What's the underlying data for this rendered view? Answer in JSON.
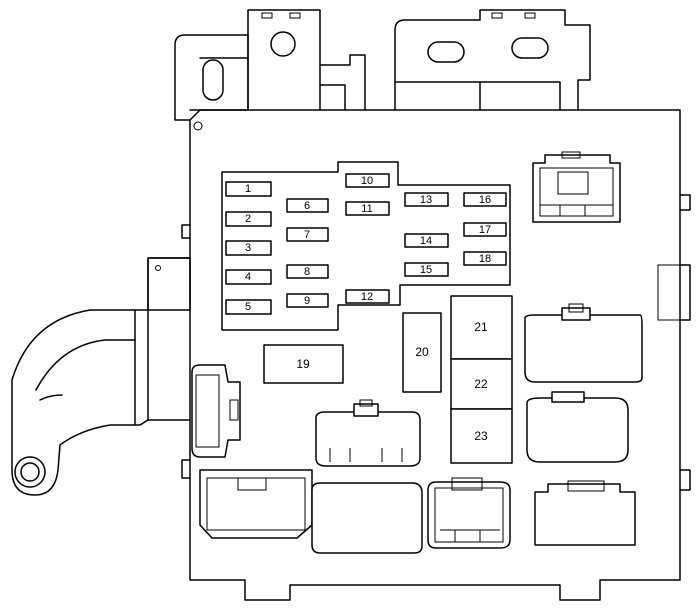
{
  "fuses": [
    {
      "id": "fuse-1",
      "label": "1"
    },
    {
      "id": "fuse-2",
      "label": "2"
    },
    {
      "id": "fuse-3",
      "label": "3"
    },
    {
      "id": "fuse-4",
      "label": "4"
    },
    {
      "id": "fuse-5",
      "label": "5"
    },
    {
      "id": "fuse-6",
      "label": "6"
    },
    {
      "id": "fuse-7",
      "label": "7"
    },
    {
      "id": "fuse-8",
      "label": "8"
    },
    {
      "id": "fuse-9",
      "label": "9"
    },
    {
      "id": "fuse-10",
      "label": "10"
    },
    {
      "id": "fuse-11",
      "label": "11"
    },
    {
      "id": "fuse-12",
      "label": "12"
    },
    {
      "id": "fuse-13",
      "label": "13"
    },
    {
      "id": "fuse-14",
      "label": "14"
    },
    {
      "id": "fuse-15",
      "label": "15"
    },
    {
      "id": "fuse-16",
      "label": "16"
    },
    {
      "id": "fuse-17",
      "label": "17"
    },
    {
      "id": "fuse-18",
      "label": "18"
    }
  ],
  "relays": [
    {
      "id": "relay-19",
      "label": "19"
    },
    {
      "id": "relay-20",
      "label": "20"
    },
    {
      "id": "relay-21",
      "label": "21"
    },
    {
      "id": "relay-22",
      "label": "22"
    },
    {
      "id": "relay-23",
      "label": "23"
    }
  ]
}
